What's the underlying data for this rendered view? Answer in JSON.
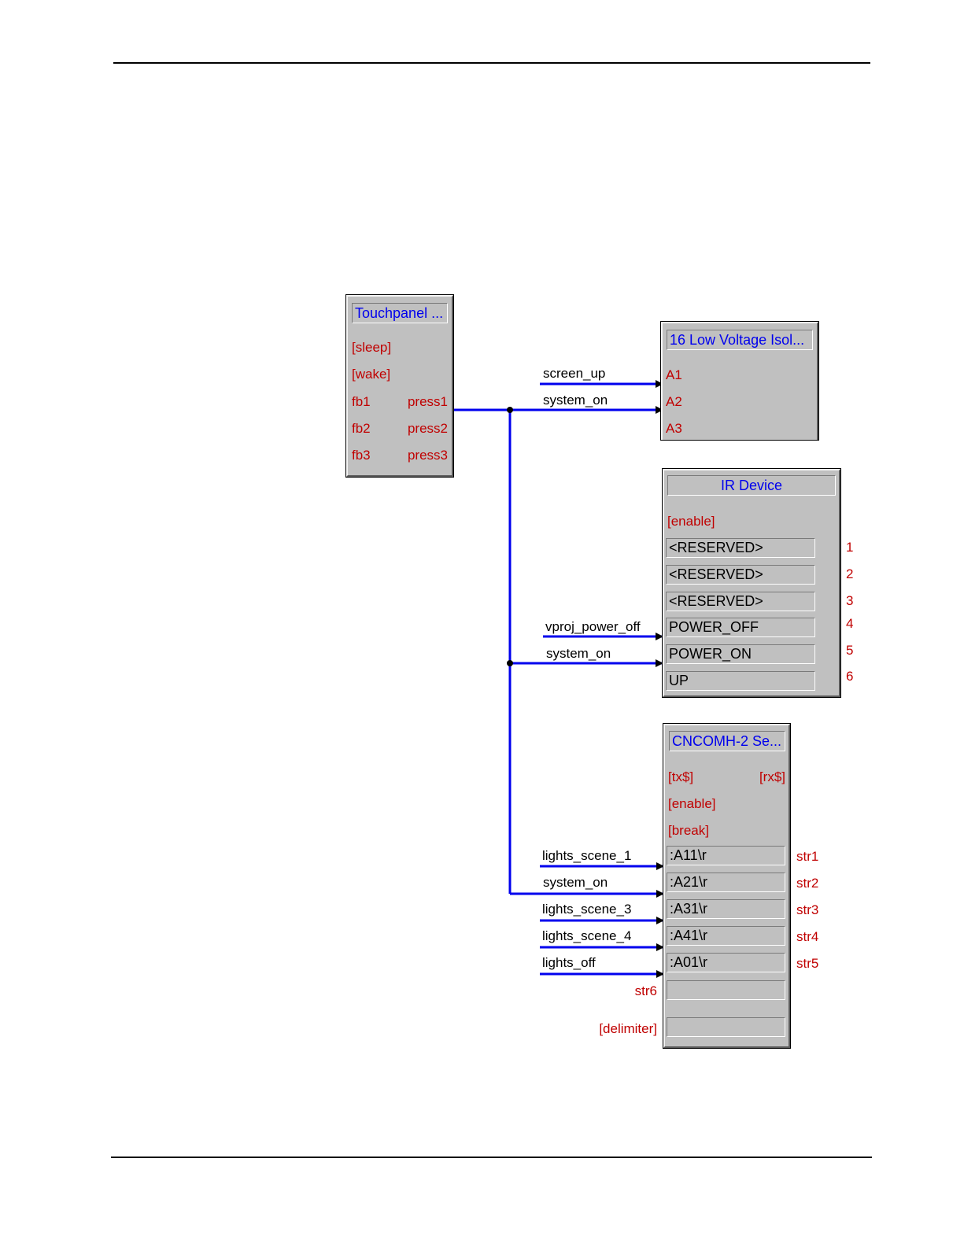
{
  "touchpanel": {
    "title": "Touchpanel ...",
    "signals": [
      "[sleep]",
      "[wake]"
    ],
    "feedback": [
      "fb1",
      "fb2",
      "fb3"
    ],
    "outputs": [
      "press1",
      "press2",
      "press3"
    ]
  },
  "isolator": {
    "title": "16 Low Voltage Isol...",
    "inputs": [
      "A1",
      "A2",
      "A3"
    ],
    "wires": [
      "screen_up",
      "system_on"
    ]
  },
  "ir_device": {
    "title": "IR Device",
    "enable": "[enable]",
    "params": [
      "<RESERVED>",
      "<RESERVED>",
      "<RESERVED>",
      "POWER_OFF",
      "POWER_ON",
      "UP"
    ],
    "numbers": [
      "1",
      "2",
      "3",
      "4",
      "5",
      "6"
    ],
    "wires": [
      "vproj_power_off",
      "system_on"
    ]
  },
  "cncomh": {
    "title": "CNCOMH-2 Se...",
    "tx": "[tx$]",
    "rx": "[rx$]",
    "enable": "[enable]",
    "break": "[break]",
    "params": [
      ":A11\\r",
      ":A21\\r",
      ":A31\\r",
      ":A41\\r",
      ":A01\\r",
      "",
      ""
    ],
    "outputs": [
      "str1",
      "str2",
      "str3",
      "str4",
      "str5"
    ],
    "str6": "str6",
    "delimiter": "[delimiter]",
    "wires": [
      "lights_scene_1",
      "system_on",
      "lights_scene_3",
      "lights_scene_4",
      "lights_off"
    ]
  },
  "colors": {
    "wire": "#0000ee",
    "signal": "#c00000",
    "title": "#0000ee",
    "symbol_bg": "#c0c0c0"
  }
}
